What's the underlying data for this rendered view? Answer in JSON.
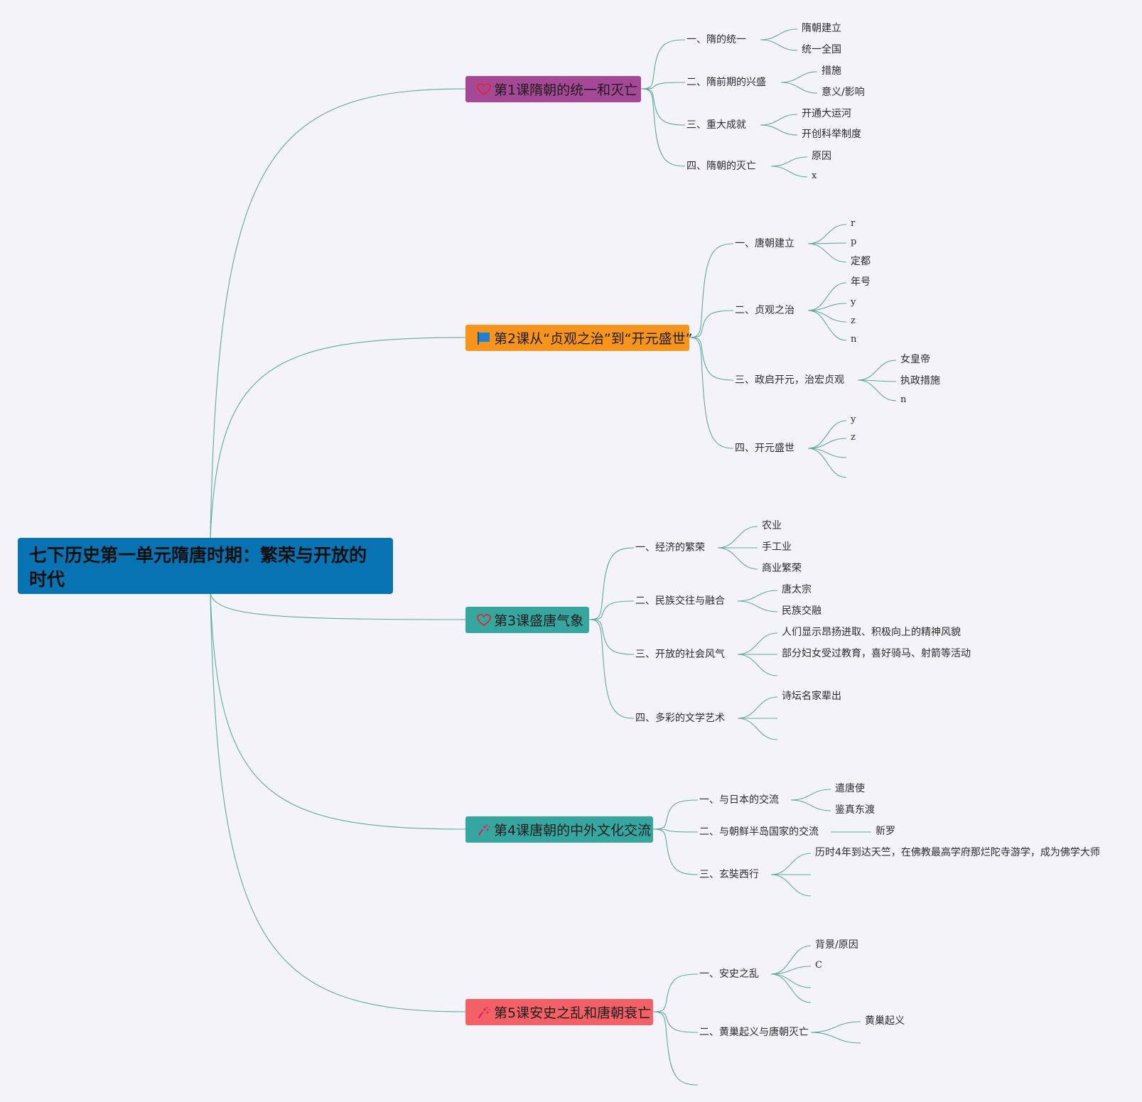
{
  "root": {
    "title": "七下历史第一单元隋唐时期：繁荣与开放的时代"
  },
  "colors": {
    "root": "#0873b2",
    "lesson1": "#a54896",
    "lesson2": "#f7941c",
    "lesson3": "#36a6a0",
    "lesson4": "#36a6a0",
    "lesson5": "#f36167",
    "connector": "#5fa89f",
    "background": "#f3f3f9"
  },
  "lessons": [
    {
      "title": "第1课隋朝的统一和灭亡",
      "icon": "heart-icon",
      "sections": [
        {
          "label": "一、隋的统一",
          "children": [
            "隋朝建立",
            "统一全国"
          ]
        },
        {
          "label": "二、隋前期的兴盛",
          "children": [
            "措施",
            "意义/影响"
          ]
        },
        {
          "label": "三、重大成就",
          "children": [
            "开通大运河",
            "开创科举制度"
          ]
        },
        {
          "label": "四、隋朝的灭亡",
          "children": [
            "原因",
            "x"
          ]
        }
      ]
    },
    {
      "title": "第2课从“贞观之治”到“开元盛世”",
      "icon": "flag-icon",
      "sections": [
        {
          "label": "一、唐朝建立",
          "children": [
            "r",
            "p",
            "定都"
          ]
        },
        {
          "label": "二、贞观之治",
          "children": [
            "年号",
            "y",
            "z",
            "n"
          ]
        },
        {
          "label": "三、政启开元，治宏贞观",
          "children": [
            "女皇帝",
            "执政措施",
            "n"
          ]
        },
        {
          "label": "四、开元盛世",
          "children": [
            "y",
            "z",
            "",
            ""
          ]
        }
      ]
    },
    {
      "title": "第3课盛唐气象",
      "icon": "heart-icon",
      "sections": [
        {
          "label": "一、经济的繁荣",
          "children": [
            "农业",
            "手工业",
            "商业繁荣"
          ]
        },
        {
          "label": "二、民族交往与融合",
          "children": [
            "唐太宗",
            "民族交融"
          ]
        },
        {
          "label": "三、开放的社会风气",
          "children": [
            "人们显示昂扬进取、积极向上的精神风貌",
            "部分妇女受过教育，喜好骑马、射箭等活动",
            ""
          ]
        },
        {
          "label": "四、多彩的文学艺术",
          "children": [
            "诗坛名家辈出",
            "",
            ""
          ]
        }
      ]
    },
    {
      "title": "第4课唐朝的中外文化交流",
      "icon": "sparkle-icon",
      "sections": [
        {
          "label": "一、与日本的交流",
          "children": [
            "遣唐使",
            "鉴真东渡"
          ]
        },
        {
          "label": "二、与朝鲜半岛国家的交流",
          "children": [
            "新罗"
          ]
        },
        {
          "label": "三、玄奘西行",
          "children": [
            "历时4年到达天竺，在佛教最高学府那烂陀寺游学，成为佛学大师",
            "",
            ""
          ]
        }
      ]
    },
    {
      "title": "第5课安史之乱和唐朝衰亡",
      "icon": "sparkle-icon",
      "sections": [
        {
          "label": "一、安史之乱",
          "children": [
            "背景/原因",
            "C",
            "",
            ""
          ]
        },
        {
          "label": "二、黄巢起义与唐朝灭亡",
          "children": [
            "黄巢起义",
            ""
          ]
        },
        {
          "label": "",
          "children": []
        }
      ]
    }
  ]
}
